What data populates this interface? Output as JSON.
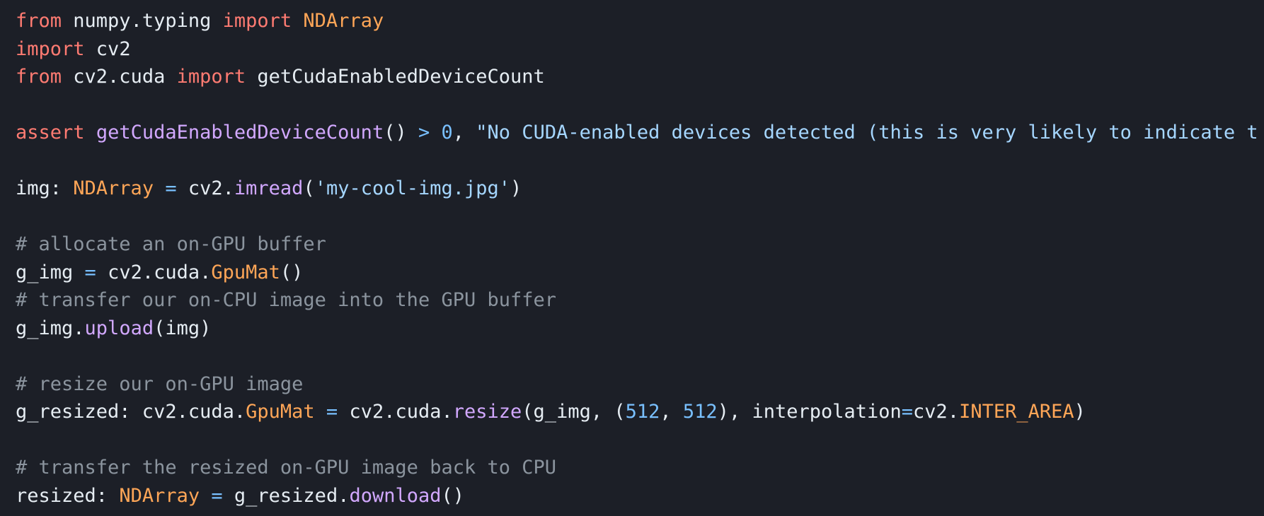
{
  "theme": {
    "background": "#1c1f27",
    "colors": {
      "keyword": "#ff7b72",
      "type": "#ffa657",
      "plain": "#e6edf3",
      "func": "#d2a8ff",
      "string": "#a5d6ff",
      "number": "#79c0ff",
      "operator": "#79c0ff",
      "comment": "#8b949e"
    }
  },
  "code": {
    "language": "python",
    "lines": [
      [
        [
          "keyword",
          "from"
        ],
        [
          "plain",
          " numpy.typing "
        ],
        [
          "keyword",
          "import"
        ],
        [
          "plain",
          " "
        ],
        [
          "type",
          "NDArray"
        ]
      ],
      [
        [
          "keyword",
          "import"
        ],
        [
          "plain",
          " cv2"
        ]
      ],
      [
        [
          "keyword",
          "from"
        ],
        [
          "plain",
          " cv2.cuda "
        ],
        [
          "keyword",
          "import"
        ],
        [
          "plain",
          " getCudaEnabledDeviceCount"
        ]
      ],
      [],
      [
        [
          "keyword",
          "assert"
        ],
        [
          "plain",
          " "
        ],
        [
          "func",
          "getCudaEnabledDeviceCount"
        ],
        [
          "plain",
          "() "
        ],
        [
          "operator",
          ">"
        ],
        [
          "plain",
          " "
        ],
        [
          "number",
          "0"
        ],
        [
          "plain",
          ", "
        ],
        [
          "string",
          "\"No CUDA-enabled devices detected (this is very likely to indicate t"
        ]
      ],
      [],
      [
        [
          "plain",
          "img: "
        ],
        [
          "type",
          "NDArray"
        ],
        [
          "plain",
          " "
        ],
        [
          "operator",
          "="
        ],
        [
          "plain",
          " cv2."
        ],
        [
          "func",
          "imread"
        ],
        [
          "plain",
          "("
        ],
        [
          "string",
          "'my-cool-img.jpg'"
        ],
        [
          "plain",
          ")"
        ]
      ],
      [],
      [
        [
          "comment",
          "# allocate an on-GPU buffer"
        ]
      ],
      [
        [
          "plain",
          "g_img "
        ],
        [
          "operator",
          "="
        ],
        [
          "plain",
          " cv2.cuda."
        ],
        [
          "type",
          "GpuMat"
        ],
        [
          "plain",
          "()"
        ]
      ],
      [
        [
          "comment",
          "# transfer our on-CPU image into the GPU buffer"
        ]
      ],
      [
        [
          "plain",
          "g_img."
        ],
        [
          "func",
          "upload"
        ],
        [
          "plain",
          "(img)"
        ]
      ],
      [],
      [
        [
          "comment",
          "# resize our on-GPU image"
        ]
      ],
      [
        [
          "plain",
          "g_resized: cv2.cuda."
        ],
        [
          "type",
          "GpuMat"
        ],
        [
          "plain",
          " "
        ],
        [
          "operator",
          "="
        ],
        [
          "plain",
          " cv2.cuda."
        ],
        [
          "func",
          "resize"
        ],
        [
          "plain",
          "(g_img, ("
        ],
        [
          "number",
          "512"
        ],
        [
          "plain",
          ", "
        ],
        [
          "number",
          "512"
        ],
        [
          "plain",
          "), interpolation"
        ],
        [
          "operator",
          "="
        ],
        [
          "plain",
          "cv2."
        ],
        [
          "type",
          "INTER_AREA"
        ],
        [
          "plain",
          ")"
        ]
      ],
      [],
      [
        [
          "comment",
          "# transfer the resized on-GPU image back to CPU"
        ]
      ],
      [
        [
          "plain",
          "resized: "
        ],
        [
          "type",
          "NDArray"
        ],
        [
          "plain",
          " "
        ],
        [
          "operator",
          "="
        ],
        [
          "plain",
          " g_resized."
        ],
        [
          "func",
          "download"
        ],
        [
          "plain",
          "()"
        ]
      ]
    ]
  }
}
